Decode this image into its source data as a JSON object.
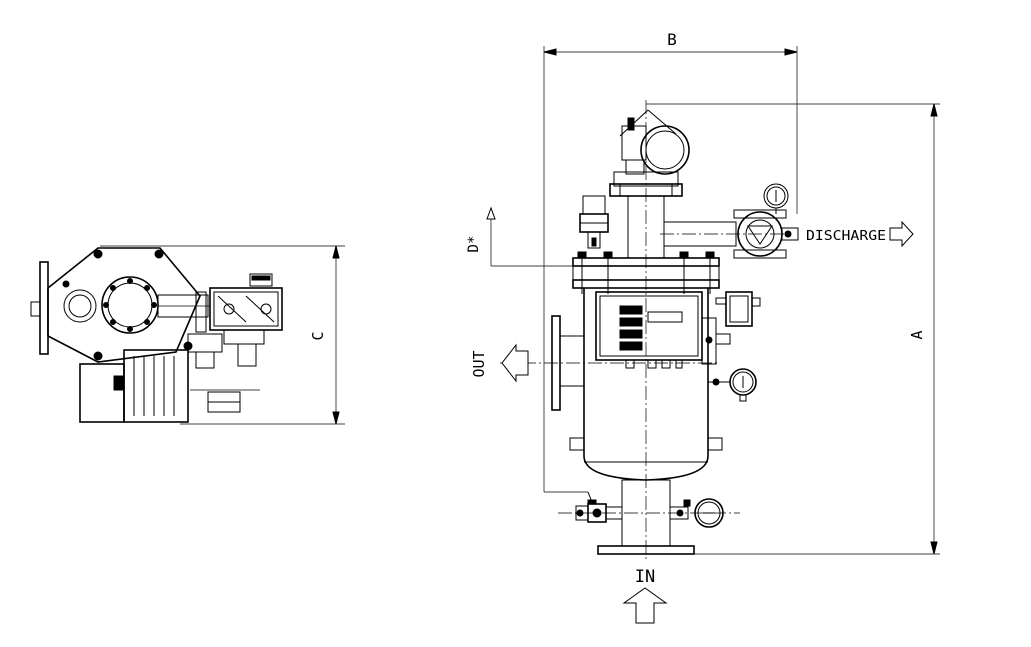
{
  "dimensions": {
    "a": "A",
    "b": "B",
    "c": "C",
    "d": "D*"
  },
  "ports": {
    "inlet": "IN",
    "outlet": "OUT",
    "discharge": "DISCHARGE"
  },
  "controller_buttons": [
    "",
    "",
    "",
    ""
  ],
  "colors": {
    "line": "#000000",
    "background": "#ffffff"
  }
}
